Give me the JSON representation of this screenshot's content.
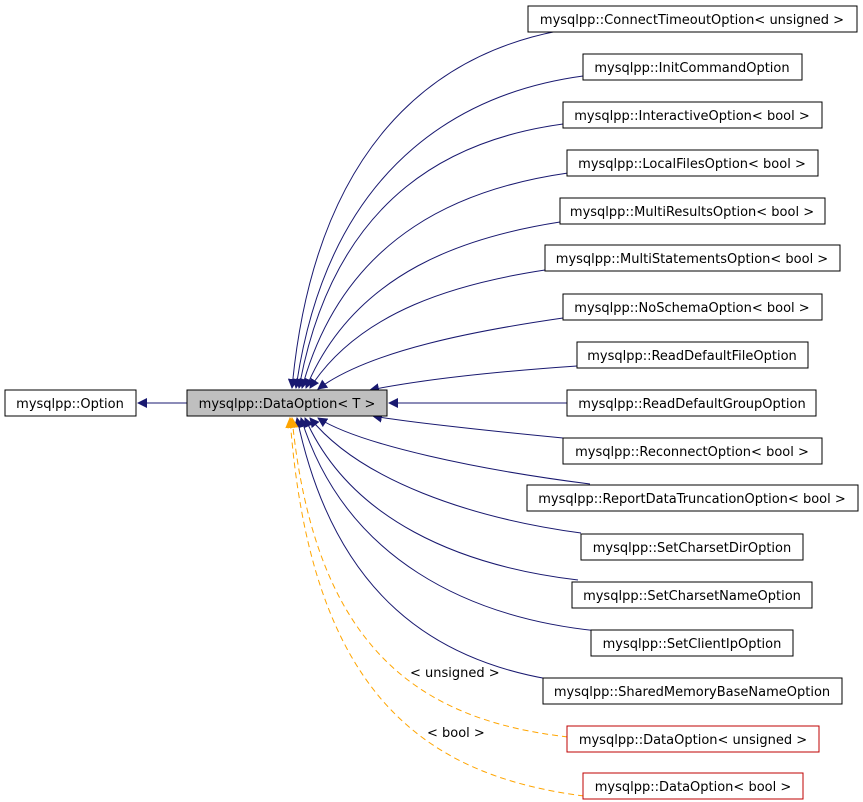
{
  "nodes": {
    "option": "mysqlpp::Option",
    "data_option": "mysqlpp::DataOption< T >",
    "connect_timeout": "mysqlpp::ConnectTimeoutOption< unsigned >",
    "init_command": "mysqlpp::InitCommandOption",
    "interactive": "mysqlpp::InteractiveOption< bool >",
    "local_files": "mysqlpp::LocalFilesOption< bool >",
    "multi_results": "mysqlpp::MultiResultsOption< bool >",
    "multi_statements": "mysqlpp::MultiStatementsOption< bool >",
    "no_schema": "mysqlpp::NoSchemaOption< bool >",
    "read_default_file": "mysqlpp::ReadDefaultFileOption",
    "read_default_group": "mysqlpp::ReadDefaultGroupOption",
    "reconnect": "mysqlpp::ReconnectOption< bool >",
    "report_data_truncation": "mysqlpp::ReportDataTruncationOption< bool >",
    "set_charset_dir": "mysqlpp::SetCharsetDirOption",
    "set_charset_name": "mysqlpp::SetCharsetNameOption",
    "set_client_ip": "mysqlpp::SetClientIpOption",
    "shared_memory_base_name": "mysqlpp::SharedMemoryBaseNameOption",
    "data_option_unsigned": "mysqlpp::DataOption< unsigned >",
    "data_option_bool": "mysqlpp::DataOption< bool >"
  },
  "edge_labels": {
    "unsigned": "< unsigned >",
    "bool": "< bool >"
  },
  "colors": {
    "inheritance_edge": "#191970",
    "template_edge": "#ffa500",
    "highlight_fill": "#bfbfbf",
    "instance_border": "#bf0000"
  }
}
